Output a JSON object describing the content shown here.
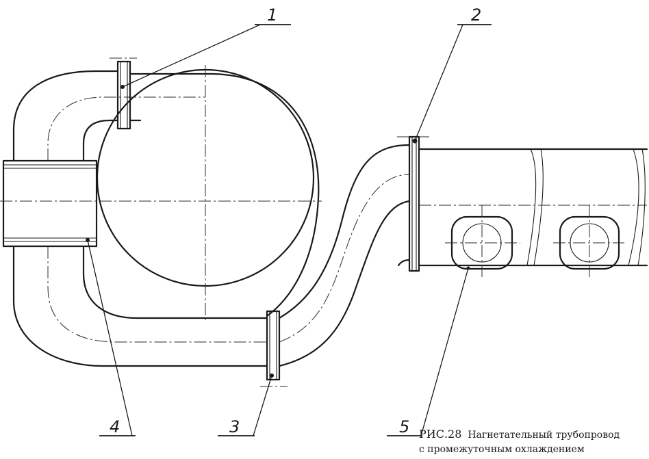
{
  "caption": {
    "figure_label": "РИС.28",
    "title_line1": "Нагнетательный трубопровод",
    "title_line2": "с промежуточным охлаждением"
  },
  "callouts": [
    {
      "id": "1",
      "text": "1"
    },
    {
      "id": "2",
      "text": "2"
    },
    {
      "id": "3",
      "text": "3"
    },
    {
      "id": "4",
      "text": "4"
    },
    {
      "id": "5",
      "text": "5"
    }
  ],
  "colors": {
    "line": "#1a1a1a",
    "paper": "#ffffff"
  }
}
